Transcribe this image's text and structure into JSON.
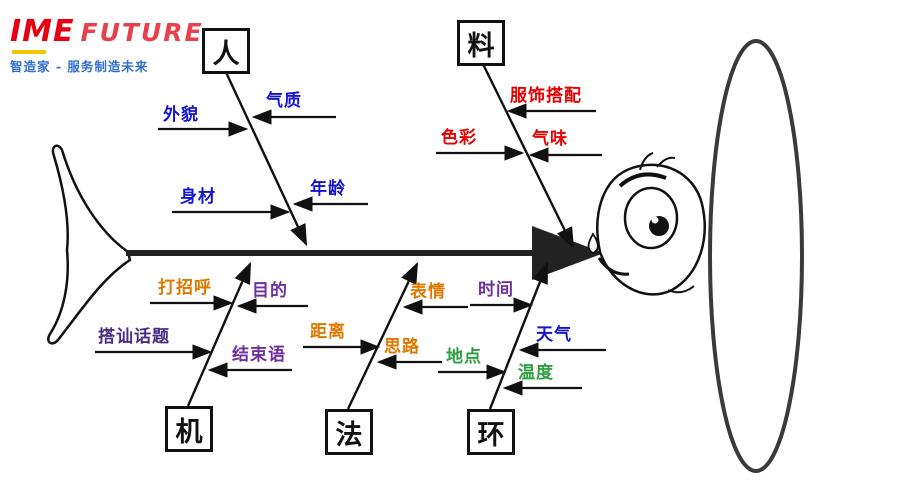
{
  "logo": {
    "brand": "IME",
    "brand2": "FUTURE",
    "tagline": "智造家 - 服务制造未来"
  },
  "fishbone": {
    "categories": {
      "person": "人",
      "material": "料",
      "machine": "机",
      "method": "法",
      "environment": "环"
    },
    "branches": {
      "person": [
        "外貌",
        "气质",
        "身材",
        "年龄"
      ],
      "material": [
        "服饰搭配",
        "色彩",
        "气味"
      ],
      "machine": [
        "打招呼",
        "目的",
        "搭讪话题",
        "结束语"
      ],
      "method": [
        "表情",
        "距离",
        "思路"
      ],
      "environment": [
        "时间",
        "天气",
        "地点",
        "温度"
      ]
    }
  },
  "colors": {
    "person_labels": "#1414cc",
    "material_labels": "#e60000",
    "method_labels": "#e07800",
    "machine_greeting": "#e07800",
    "machine_purpose": "#7030a0",
    "machine_topic": "#4b2e83",
    "machine_closing": "#7030a0",
    "env_time": "#7030a0",
    "env_weather": "#1414cc",
    "env_place": "#2e9e40",
    "env_temp": "#2e9e40",
    "bone_stroke": "#111111",
    "logo_red": "#e60012",
    "logo_blue": "#2f6fd0"
  }
}
